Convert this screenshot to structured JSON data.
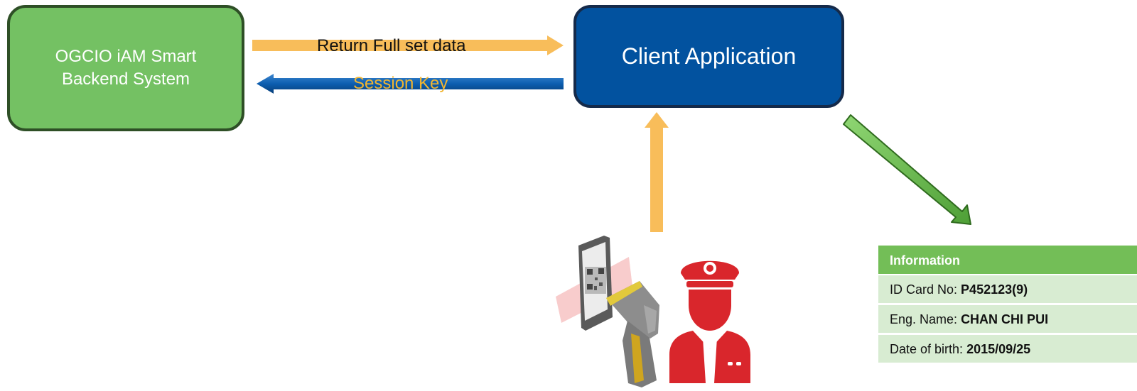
{
  "diagram": {
    "backend_box": {
      "line1": "OGCIO iAM Smart",
      "line2": "Backend System"
    },
    "client_box": {
      "label": "Client Application"
    },
    "arrow_return": {
      "label": "Return Full set data"
    },
    "arrow_session": {
      "label": "Session Key"
    },
    "scanner_officer": {
      "icons": [
        "qr-scanner-icon",
        "security-officer-icon"
      ]
    }
  },
  "info_table": {
    "header": "Information",
    "rows": [
      {
        "label": "ID Card No:",
        "value": "P452123(9)"
      },
      {
        "label": "Eng. Name:",
        "value": "CHAN CHI PUI"
      },
      {
        "label": "Date of birth:",
        "value": "2015/09/25"
      }
    ]
  },
  "colors": {
    "backend_fill": "#74c163",
    "client_fill": "#02529f",
    "return_arrow": "#f8bd5a",
    "session_arrow": "#0f62b3",
    "session_text": "#f2b530",
    "down_arrow": "#6cbf4f",
    "table_header": "#73be57",
    "table_row": "#d8ecd2",
    "officer_red": "#d9262c"
  }
}
